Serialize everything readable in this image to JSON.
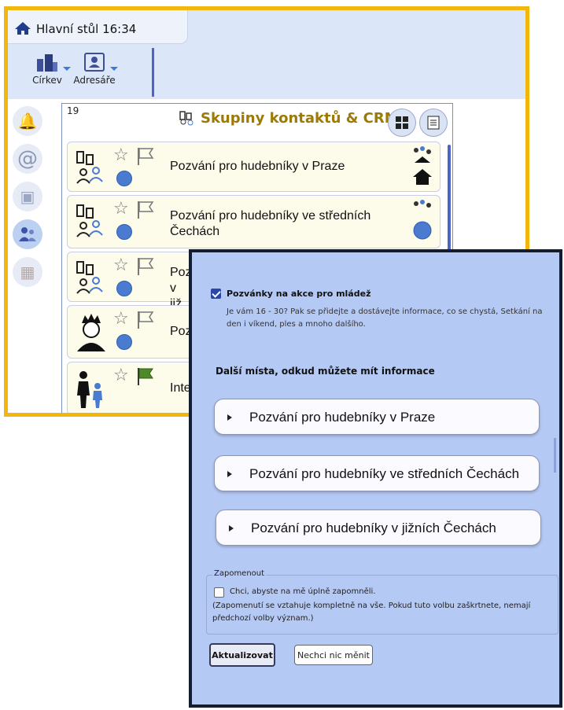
{
  "topbar": {
    "title": "Hlavní stůl 16:34"
  },
  "toolbar": {
    "tools": [
      {
        "label": "Církev"
      },
      {
        "label": "Adresáře"
      }
    ]
  },
  "panel": {
    "count": "19",
    "title": "Skupiny kontaktů & CRM",
    "rows": [
      {
        "label": "Pozvání pro hudebníky v Praze"
      },
      {
        "label": "Pozvání pro hudebníky ve středních Čechách"
      },
      {
        "label": "Pozv… v již…"
      },
      {
        "label": "Pozv…"
      },
      {
        "label": "Inter…"
      }
    ]
  },
  "dialog": {
    "option_label": "Pozvánky na akce pro mládež",
    "option_checked": true,
    "option_description": "Je vám 16 - 30? Pak se přidejte a dostávejte informace, co se chystá, Setkání na den i víkend, ples a mnoho dalšího.",
    "more_heading": "Další místa, odkud můžete mít informace",
    "links": [
      {
        "label": "Pozvání pro hudebníky v Praze"
      },
      {
        "label": "Pozvání pro hudebníky ve středních Čechách"
      },
      {
        "label": "Pozvání pro hudebníky v jižních Čechách"
      }
    ],
    "forget": {
      "legend": "Zapomenout",
      "label": "Chci, abyste na mě úplně zapomněli.",
      "checked": false,
      "description": "(Zapomenutí se vztahuje kompletně na vše. Pokud tuto volbu zaškrtnete, nemají předchozí volby význam.)"
    },
    "buttons": {
      "update": "Aktualizovat",
      "cancel": "Nechci nic měnit"
    }
  },
  "colors": {
    "frame": "#f2b70f",
    "dialog_bg": "#b5c9f5",
    "accent": "#4a64c8",
    "title": "#9c7a05"
  }
}
